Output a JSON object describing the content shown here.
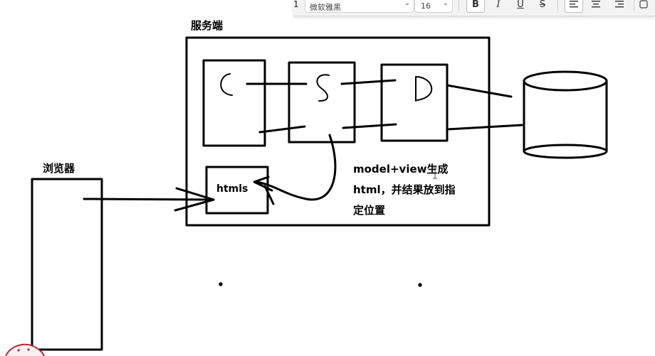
{
  "toolbar": {
    "edge_char": "1",
    "font_name": "微软雅黑",
    "font_size": "16",
    "bold_label": "B",
    "italic_label": "I",
    "underline_label": "U",
    "strike_label": "S",
    "chevron_icon": "chevron-down-icon",
    "align_icons": [
      "align-left-icon",
      "align-center-icon",
      "align-right-icon"
    ]
  },
  "diagram": {
    "server_title": "服务端",
    "browser_title": "浏览器",
    "controller_letter": "C",
    "service_letter": "S",
    "dao_letter": "D",
    "htmls_label": "htmls",
    "note_line1": "model+view生成",
    "note_line2": "html，并结果放到指",
    "note_line3": "定位置"
  }
}
